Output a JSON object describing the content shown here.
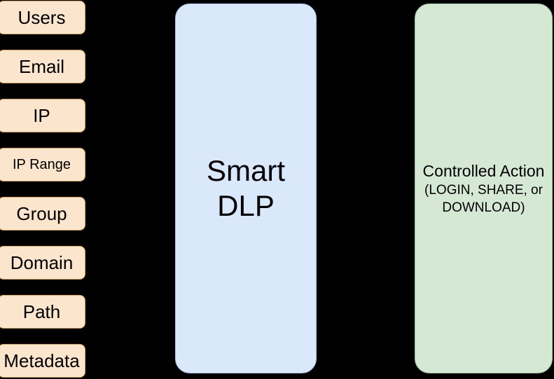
{
  "diagram": {
    "background_color": "#000000",
    "attributes_column": {
      "fill_color": "#fce5cd",
      "border_color": "#e0a53c",
      "items": [
        {
          "label": "Users",
          "size": "large"
        },
        {
          "label": "Email",
          "size": "large"
        },
        {
          "label": "IP",
          "size": "large"
        },
        {
          "label": "IP Range",
          "size": "small"
        },
        {
          "label": "Group",
          "size": "large"
        },
        {
          "label": "Domain",
          "size": "large"
        },
        {
          "label": "Path",
          "size": "large"
        },
        {
          "label": "Metadata",
          "size": "large"
        }
      ]
    },
    "engine_panel": {
      "fill_color": "#dae8fc",
      "border_color": "#a9c4eb",
      "title_line1": "Smart",
      "title_line2": "DLP"
    },
    "action_panel": {
      "fill_color": "#d5e8d4",
      "border_color": "#9cc69b",
      "title": "Controlled Action",
      "subtitle_line1": "(LOGIN, SHARE, or",
      "subtitle_line2": "DOWNLOAD)"
    }
  }
}
